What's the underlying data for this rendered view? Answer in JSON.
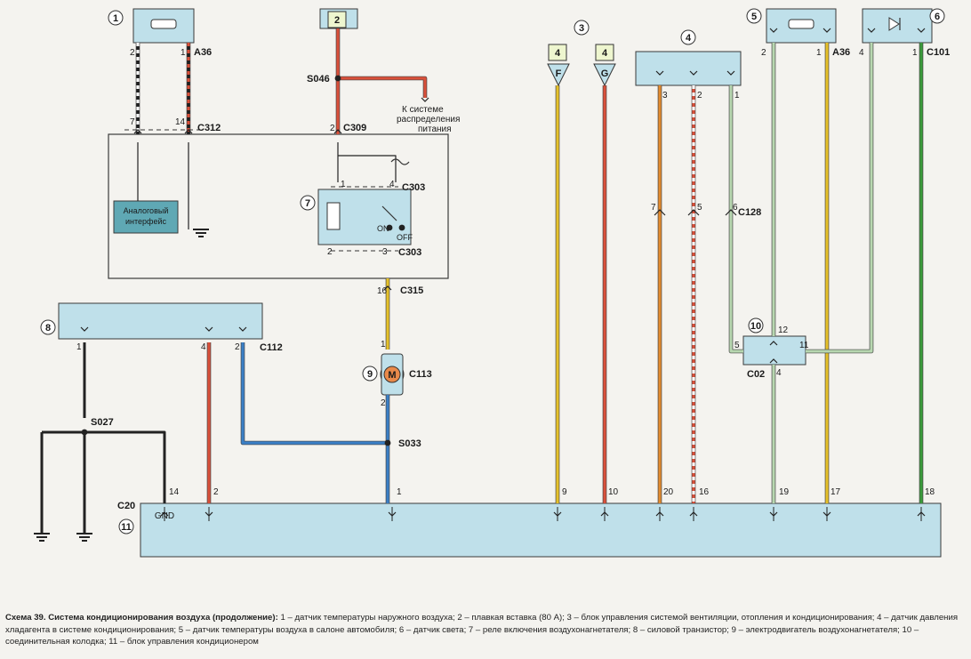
{
  "caption": {
    "title": "Схема 39. Система кондиционирования воздуха (продолжение):",
    "text": " 1 – датчик температуры наружного воздуха; 2 – плавкая вставка (80 А); 3 – блок управления системой вентиляции, отопления и кондиционирования; 4 – датчик давления хладагента в системе кондиционирования; 5 – датчик температуры воздуха в салоне автомобиля; 6 – датчик света; 7 – реле включения воздухонагнетателя; 8 – силовой транзистор; 9 – электродвигатель воздухонагнетателя; 10 – соединительная колодка; 11 – блок управления кондиционером"
  },
  "components": {
    "c1": "1",
    "c2": "2",
    "c3": "3",
    "c4": "4",
    "c5": "5",
    "c6": "6",
    "c7": "7",
    "c8": "8",
    "c9": "9",
    "c10": "10",
    "c11": "11",
    "tag4a": "4",
    "tag4b": "4",
    "tagF": "F",
    "tagG": "G",
    "motor": "M"
  },
  "labels": {
    "analog1": "Аналоговый",
    "analog2": "интерфейс",
    "note1": "К системе",
    "note2": "распределения",
    "note3": "питания",
    "gnd": "GND",
    "on": "ON",
    "off": "OFF"
  },
  "connectors": {
    "a36_left": "A36",
    "a36_right": "A36",
    "c101": "C101",
    "c312": "C312",
    "c309": "C309",
    "c303_top": "C303",
    "c303_bot": "C303",
    "c315": "C315",
    "c113": "C113",
    "c112": "C112",
    "c128": "C128",
    "c02": "C02",
    "c20": "C20",
    "s046": "S046",
    "s033": "S033",
    "s027": "S027"
  },
  "pins": {
    "p1_2": "2",
    "p1_1": "1",
    "p312_7": "7",
    "p312_14": "14",
    "p309_2": "2",
    "p303_1": "1",
    "p303_4": "4",
    "p303_2": "2",
    "p303_3": "3",
    "p315_16": "16",
    "p113_1": "1",
    "p113_2": "2",
    "p8_1": "1",
    "p8_4": "4",
    "p8_2": "2",
    "p4_3": "3",
    "p4_2": "2",
    "p4_1": "1",
    "p128_7": "7",
    "p128_5": "5",
    "p128_6": "6",
    "p5_2": "2",
    "p5_1": "1",
    "p6_4": "4",
    "p6_1": "1",
    "p10_5": "5",
    "p10_12": "12",
    "p10_11": "11",
    "p10_4": "4",
    "p20_14": "14",
    "p20_2": "2",
    "p20_1": "1",
    "p20_9": "9",
    "p20_10": "10",
    "p20_20": "20",
    "p20_16": "16",
    "p20_19": "19",
    "p20_17": "17",
    "p20_18": "18"
  },
  "colors": {
    "box": "#bfe0ea",
    "boxStroke": "#3a3a3a",
    "analog": "#5fa8b4",
    "wireRed": "#d9503a",
    "wireYellow": "#e6c12a",
    "wireOrange": "#e28a2e",
    "wireBlue": "#3a7fc6",
    "wireGreenLight": "#b7d7b0",
    "wireGreen": "#3a9a3a",
    "wireBlack": "#1f1f1f",
    "wireWhite": "#ffffff",
    "motor": "#e8894a"
  }
}
